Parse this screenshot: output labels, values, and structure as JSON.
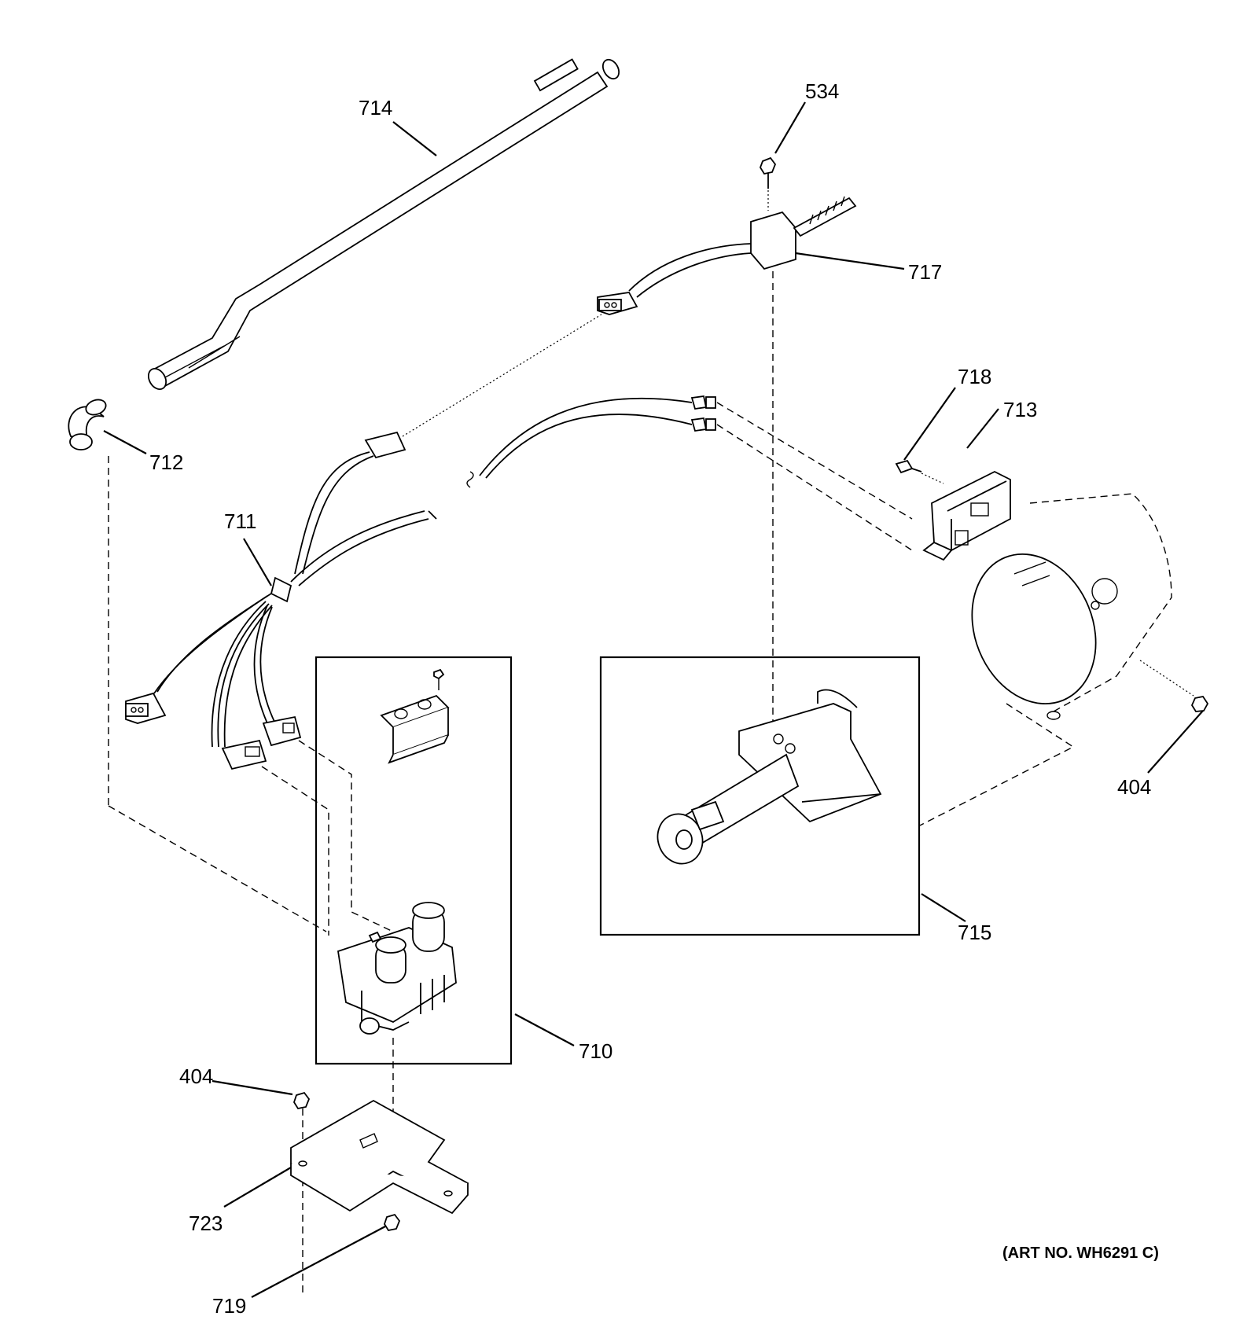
{
  "diagram": {
    "labels": {
      "p714": "714",
      "p534": "534",
      "p717": "717",
      "p712": "712",
      "p718": "718",
      "p713": "713",
      "p711": "711",
      "p404a": "404",
      "p715": "715",
      "p710": "710",
      "p404b": "404",
      "p723": "723",
      "p719": "719"
    },
    "art_number": "(ART NO. WH6291 C)"
  }
}
